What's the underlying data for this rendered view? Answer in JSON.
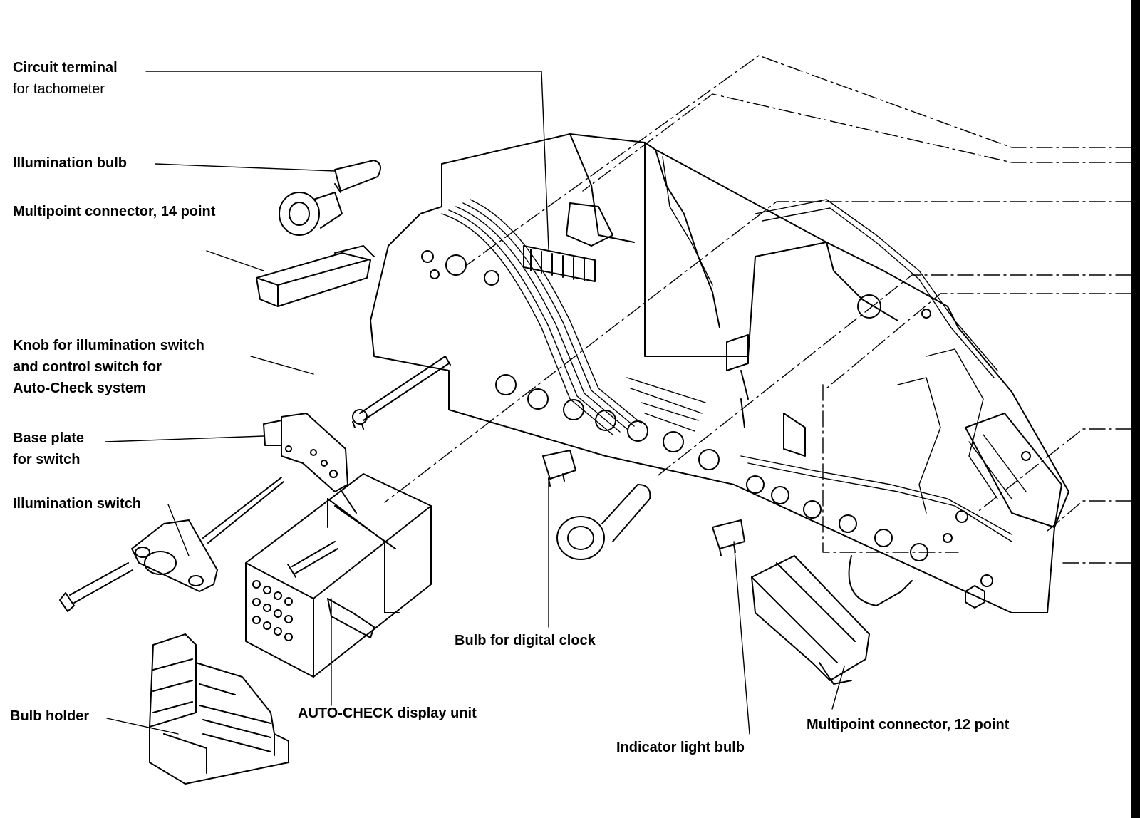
{
  "labels": {
    "circuit_terminal": {
      "line1": "Circuit terminal",
      "line2": "for tachometer"
    },
    "illumination_bulb": "Illumination bulb",
    "multipoint_14": "Multipoint connector, 14 point",
    "knob": {
      "line1": "Knob for illumination switch",
      "line2": "and control switch for",
      "line3": "Auto-Check system"
    },
    "base_plate": {
      "line1": "Base plate",
      "line2": "for switch"
    },
    "illumination_switch": "Illumination switch",
    "bulb_holder": "Bulb holder",
    "auto_check": "AUTO-CHECK display unit",
    "digital_clock_bulb": "Bulb for digital clock",
    "indicator_bulb": "Indicator light bulb",
    "multipoint_12": "Multipoint connector, 12 point"
  }
}
